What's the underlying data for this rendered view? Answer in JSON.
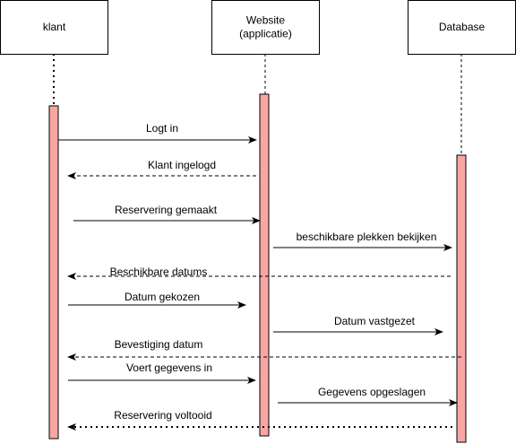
{
  "diagram": {
    "type": "sequence",
    "participants": [
      {
        "id": "klant",
        "lines": [
          "klant"
        ]
      },
      {
        "id": "website",
        "lines": [
          "Website",
          "(applicatie)"
        ]
      },
      {
        "id": "database",
        "lines": [
          "Database"
        ]
      }
    ],
    "messages": [
      {
        "label": "Logt in",
        "from": "klant",
        "to": "website",
        "style": "solid"
      },
      {
        "label": "Klant ingelogd",
        "from": "website",
        "to": "klant",
        "style": "dashed"
      },
      {
        "label": "Reservering gemaakt",
        "from": "klant",
        "to": "website",
        "style": "solid"
      },
      {
        "label": "beschikbare plekken bekijken",
        "from": "website",
        "to": "database",
        "style": "solid"
      },
      {
        "label": "Beschikbare datums",
        "from": "database",
        "to": "klant",
        "style": "dashed"
      },
      {
        "label": "Datum gekozen",
        "from": "klant",
        "to": "website",
        "style": "solid"
      },
      {
        "label": "Datum vastgezet",
        "from": "website",
        "to": "database",
        "style": "solid"
      },
      {
        "label": "Bevestiging datum",
        "from": "database",
        "to": "klant",
        "style": "dashed"
      },
      {
        "label": "Voert gegevens in",
        "from": "klant",
        "to": "website",
        "style": "solid"
      },
      {
        "label": "Gegevens opgeslagen",
        "from": "website",
        "to": "database",
        "style": "solid"
      },
      {
        "label": "Reservering voltooid",
        "from": "database",
        "to": "klant",
        "style": "dotted"
      }
    ],
    "colors": {
      "activation_fill": "#f8a6a4",
      "line": "#000000",
      "box_fill": "#ffffff"
    }
  }
}
